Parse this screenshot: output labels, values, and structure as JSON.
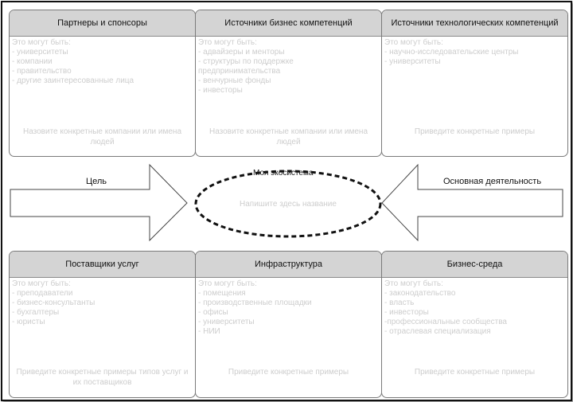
{
  "cards": [
    {
      "title": "Партнеры и спонсоры",
      "intro": "Это могут быть:",
      "items": [
        "- университеты",
        "- компании",
        "- правительство",
        "- другие заинтересованные лица"
      ],
      "hint": "Назовите конкретные компании или имена людей"
    },
    {
      "title": "Источники бизнес компетенций",
      "intro": "Это могут быть:",
      "items": [
        "- адвайзеры и менторы",
        "- структуры по поддержке",
        "предпринимательства",
        "- венчурные фонды",
        "- инвесторы"
      ],
      "hint": "Назовите конкретные компании или имена людей"
    },
    {
      "title": "Источники технологических компетенций",
      "intro": "Это могут быть:",
      "items": [
        "- научно-исследовательские центры",
        "- университеты"
      ],
      "hint": "Приведите конкретные примеры"
    },
    {
      "title": "Поставщики услуг",
      "intro": "Это могут быть:",
      "items": [
        "- преподаватели",
        "- бизнес-консультанты",
        "- бухгалтеры",
        "- юристы"
      ],
      "hint": "Приведите конкретные примеры типов услуг и их поставщиков"
    },
    {
      "title": "Инфраструктура",
      "intro": "Это могут быть:",
      "items": [
        "- помещения",
        "- производственные площадки",
        "- офисы",
        "- университеты",
        "- НИИ"
      ],
      "hint": "Приведите конкретные примеры"
    },
    {
      "title": "Бизнес-среда",
      "intro": "Это могут быть:",
      "items": [
        "- законодательство",
        "- власть",
        "- инвесторы",
        "-профессиональные сообщества",
        "- отраслевая специализация"
      ],
      "hint": "Приведите конкретные примеры"
    }
  ],
  "left_arrow_label": "Цель",
  "right_arrow_label": "Основная деятельность",
  "ecosystem": {
    "title": "Моя экосистема",
    "hint": "Напишите здесь название"
  },
  "colors": {
    "card_header": "#d4d4d4",
    "placeholder_text": "#cdcdcd",
    "outline": "#111111"
  }
}
